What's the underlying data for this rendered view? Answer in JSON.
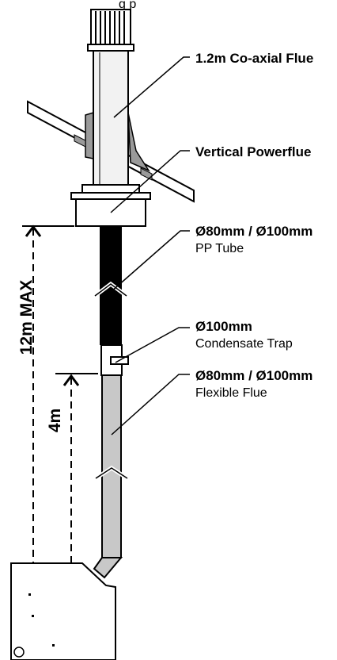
{
  "top_caption": "g  p",
  "labels": {
    "coaxial_flue": "1.2m Co-axial Flue",
    "vertical_powerflue": "Vertical Powerflue",
    "pp_tube_size": "Ø80mm / Ø100mm",
    "pp_tube": "PP Tube",
    "trap_size": "Ø100mm",
    "trap": "Condensate Trap",
    "flexible_size": "Ø80mm / Ø100mm",
    "flexible_flue": "Flexible Flue"
  },
  "dimensions": {
    "max_height": "12m MAX",
    "trap_height": "4m"
  },
  "colors": {
    "line": "#000000",
    "flue_body": "#f2f2f2",
    "flashing": "#9a9a9a",
    "flexible_flue": "#c8c8c8",
    "pp_tube": "#000000"
  }
}
